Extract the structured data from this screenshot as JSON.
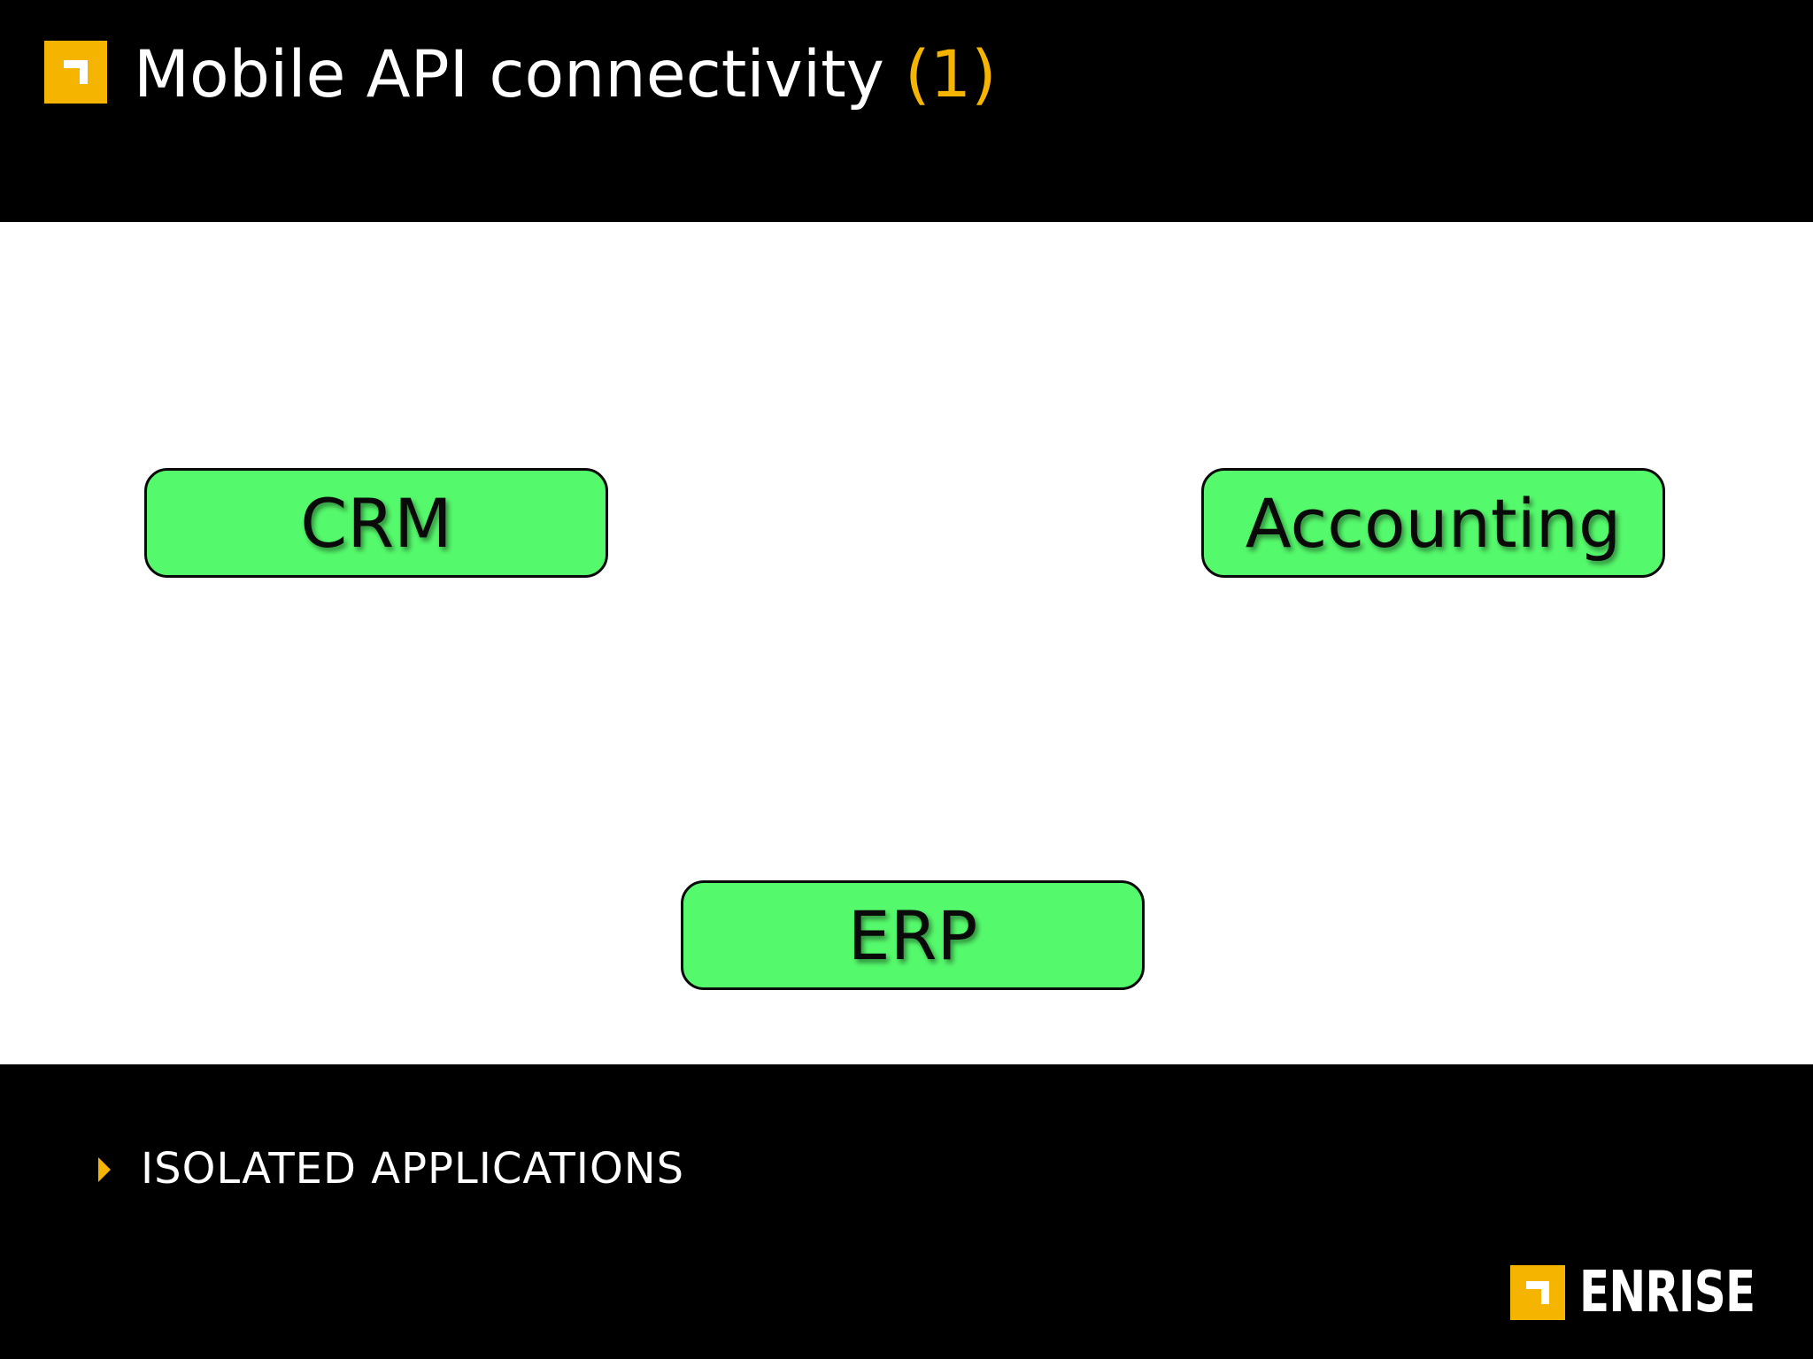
{
  "slide": {
    "title_main": "Mobile API connectivity ",
    "title_accent": "(1)",
    "accent_color": "#f5b400",
    "node_color": "#55fa6c"
  },
  "diagram": {
    "nodes": [
      {
        "id": "crm",
        "label": "CRM"
      },
      {
        "id": "accounting",
        "label": "Accounting"
      },
      {
        "id": "erp",
        "label": "ERP"
      }
    ]
  },
  "footer": {
    "bullet_icon": "triangle-right-icon",
    "bullet_text": "ISOLATED APPLICATIONS",
    "logo_icon": "enrise-corner-icon",
    "logo_text": "ENRISE"
  }
}
